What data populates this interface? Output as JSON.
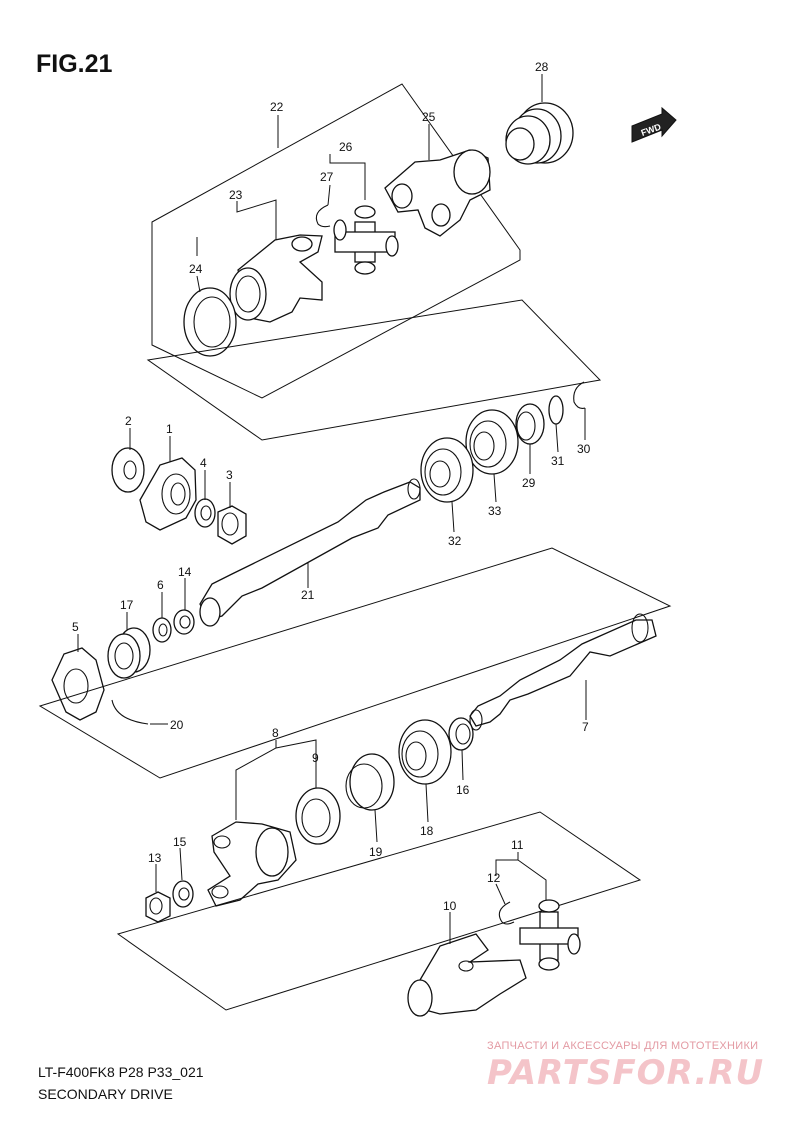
{
  "figure": {
    "title": "FIG.21"
  },
  "fwd_label": "FWD",
  "caption": {
    "code": "LT-F400FK8 P28 P33_021",
    "name": "SECONDARY DRIVE"
  },
  "watermark": {
    "line1": "ЗАПЧАСТИ И АКСЕССУАРЫ ДЛЯ МОТОТЕХНИКИ",
    "brand": "PARTSFOR.RU"
  },
  "callouts": [
    "1",
    "2",
    "3",
    "4",
    "5",
    "6",
    "7",
    "8",
    "9",
    "10",
    "11",
    "12",
    "13",
    "14",
    "15",
    "16",
    "17",
    "18",
    "19",
    "20",
    "21",
    "22",
    "23",
    "24",
    "25",
    "26",
    "27",
    "28",
    "29",
    "30",
    "31",
    "32",
    "33"
  ]
}
